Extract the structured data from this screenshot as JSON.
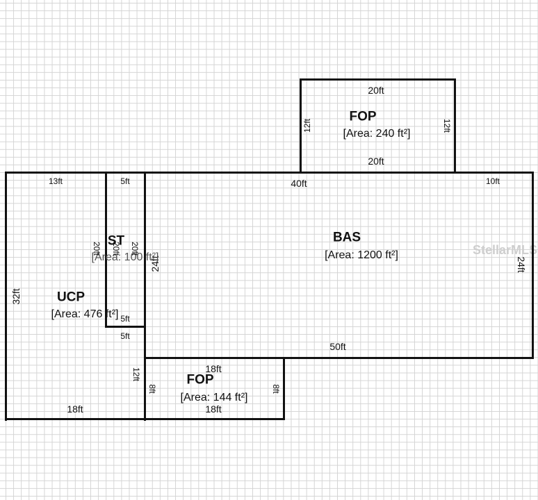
{
  "watermark": "StellarMLS",
  "rooms": {
    "fop_top": {
      "name": "FOP",
      "area": "[Area: 240 ft²]",
      "top": "20ft",
      "bottom": "20ft",
      "left": "12ft",
      "right": "12ft"
    },
    "bas": {
      "name": "BAS",
      "area": "[Area: 1200 ft²]",
      "top": "40ft",
      "top_right": "10ft",
      "right": "24ft",
      "bottom": "50ft",
      "left": "24ft"
    },
    "st": {
      "name": "ST",
      "area": "[Area: 100 ft²]",
      "top": "5ft",
      "bottom": "5ft",
      "left": "20ft",
      "mid": "20ft",
      "right": "20ft"
    },
    "ucp": {
      "name": "UCP",
      "area": "[Area: 476 ft²]",
      "top": "13ft",
      "left": "32ft",
      "bottom": "18ft",
      "step": "5ft",
      "right": "12ft"
    },
    "fop_bottom": {
      "name": "FOP",
      "area": "[Area: 144 ft²]",
      "top": "18ft",
      "bottom": "18ft",
      "left": "8ft",
      "right": "8ft"
    }
  }
}
